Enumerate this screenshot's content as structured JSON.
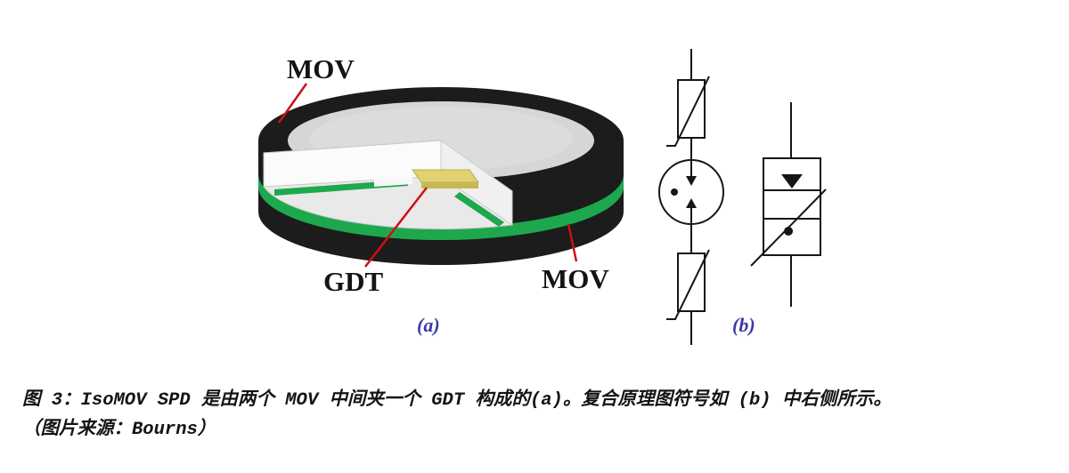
{
  "figure": {
    "panel_a": {
      "tag": "(a)",
      "labels": {
        "mov_top": "MOV",
        "gdt": "GDT",
        "mov_bottom": "MOV"
      }
    },
    "panel_b": {
      "tag": "(b)"
    },
    "colors": {
      "mov_black": "#1c1c1c",
      "green_isolation_layer": "#1ea84d",
      "gdt_yellow": "#e0d273",
      "top_face_gray": "#d6d6d6",
      "pointer_red": "#cf1010",
      "tag_blue": "#3939a8",
      "schematic_stroke": "#161616"
    }
  },
  "caption": {
    "line1": "图 3：IsoMOV SPD 是由两个 MOV 中间夹一个 GDT 构成的(a)。复合原理图符号如 (b) 中右侧所示。",
    "line2": "（图片来源：Bourns）"
  }
}
